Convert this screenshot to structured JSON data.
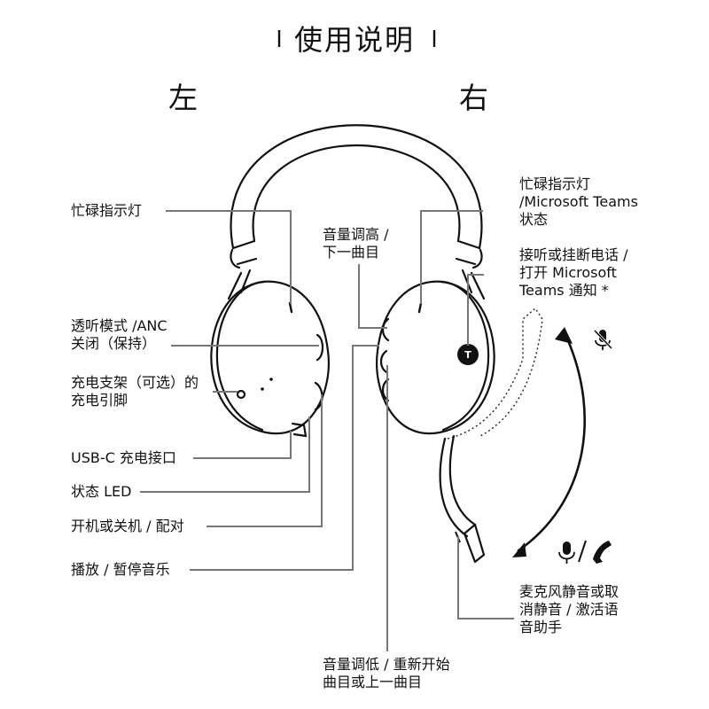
{
  "title": "使用说明",
  "sides": {
    "left": "左",
    "right": "右"
  },
  "labels": {
    "busy_light_left": "忙碌指示灯",
    "busy_light_right": [
      "忙碌指示灯",
      "/Microsoft Teams",
      "状态"
    ],
    "volume_up": [
      "音量调高 /",
      "下一曲目"
    ],
    "answer_call": [
      "接听或挂断电话 /",
      "打开 Microsoft",
      "Teams 通知 *"
    ],
    "transparency_mode": [
      "透听模式 /ANC",
      "关闭（保持）"
    ],
    "charging_pins": [
      "充电支架（可选）的",
      "充电引脚"
    ],
    "usb_c": "USB-C 充电接口",
    "status_led": "状态 LED",
    "power_pair": "开机或关机 / 配对",
    "play_pause": "播放 / 暂停音乐",
    "mic_mute": [
      "麦克风静音或取",
      "消静音 / 激活语",
      "音助手"
    ],
    "volume_down": [
      "音量调低 / 重新开始",
      "曲目或上一曲目"
    ]
  },
  "icons": {
    "mic_muted": "mic-muted-icon",
    "mic_active": "mic-icon",
    "phone": "phone-icon",
    "teams": "teams-logo-icon"
  },
  "colors": {
    "outline": "#111111",
    "leader_line": "#777777",
    "background": "#ffffff"
  }
}
